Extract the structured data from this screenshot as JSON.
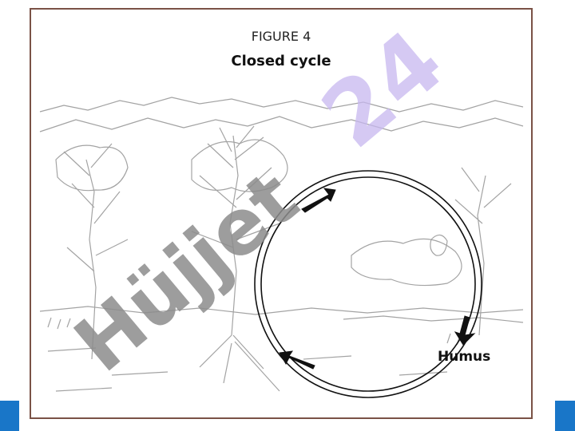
{
  "figure": {
    "label": "FIGURE 4",
    "title": "Closed cycle"
  },
  "diagram": {
    "node_label": "Humus"
  },
  "watermark": {
    "text_a": "Hüjjet",
    "text_b": "24",
    "color_a": "#8c8c8c",
    "color_b": "#c7b8f0"
  },
  "colors": {
    "frame": "#7a5246",
    "bars": "#1976c8",
    "sketch": "#9a9a9a"
  }
}
